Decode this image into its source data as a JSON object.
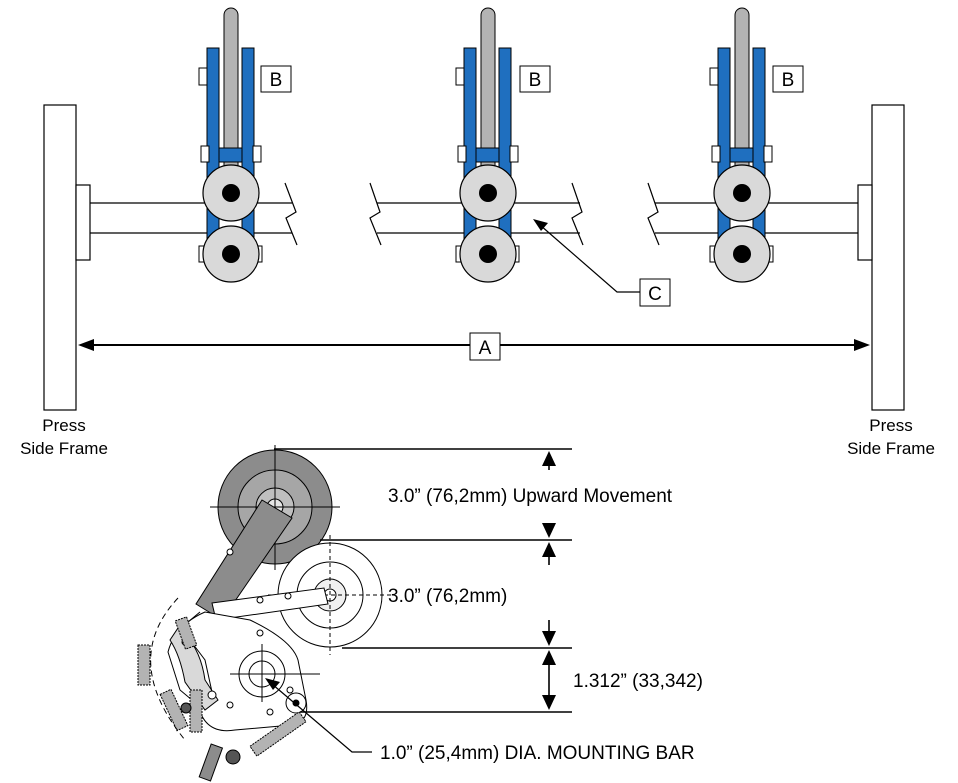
{
  "top": {
    "label_a": "A",
    "label_b": "B",
    "label_c": "C",
    "frame_left": [
      "Press",
      "Side Frame"
    ],
    "frame_right": [
      "Press",
      "Side Frame"
    ]
  },
  "bottom": {
    "dim_upward": "3.0” (76,2mm) Upward Movement",
    "dim_middle": "3.0” (76,2mm)",
    "dim_lower": "1.312” (33,342)",
    "mounting_bar": "1.0” (25,4mm) DIA. MOUNTING BAR"
  },
  "colors": {
    "bracket_blue": "#1f6fbf",
    "handle_gray": "#b3b3b3",
    "roller_gray": "#d9d9d9",
    "wheel_dark": "#8c8c8c"
  }
}
